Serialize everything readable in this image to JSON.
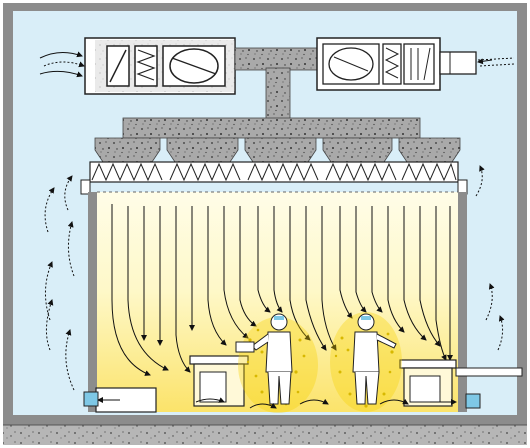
{
  "diagram": {
    "subject": "cleanroom-unidirectional-airflow",
    "components": [
      "building-shell",
      "outdoor-air-intake",
      "air-handling-unit",
      "recirculation-fan-unit",
      "supply-duct",
      "hepa-filter-ceiling",
      "cleanroom-chamber",
      "return-air-plenum",
      "return-grilles",
      "workbench-left",
      "workbench-right",
      "operator-left",
      "operator-right",
      "floor-slab"
    ],
    "colors": {
      "shell": "#8c8c8c",
      "plenum": "#d9eef8",
      "duct": "#a8a8a8",
      "room_top": "#fffde8",
      "room_bottom": "#fbe36a",
      "particles": "#d8b800",
      "grille": "#7ec8e6"
    }
  }
}
